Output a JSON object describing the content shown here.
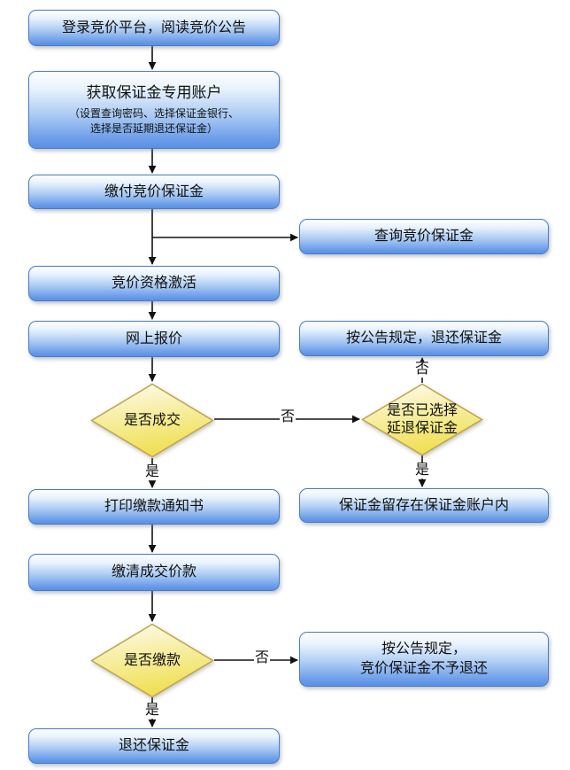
{
  "flowchart": {
    "nodes": {
      "login": {
        "label": "登录竞价平台，阅读竞价公告"
      },
      "account": {
        "label": "获取保证金专用账户",
        "sub1": "（设置查询密码、选择保证金银行、",
        "sub2": "选择是否延期退还保证金）"
      },
      "pay_deposit": {
        "label": "缴付竞价保证金"
      },
      "query_deposit": {
        "label": "查询竞价保证金"
      },
      "activate": {
        "label": "竞价资格激活"
      },
      "online_bid": {
        "label": "网上报价"
      },
      "refund_by_rule": {
        "label": "按公告规定，退还保证金"
      },
      "deal_decision": {
        "label": "是否成交"
      },
      "delay_decision": {
        "line1": "是否已选择",
        "line2": "延退保证金"
      },
      "print_notice": {
        "label": "打印缴款通知书"
      },
      "deposit_stay": {
        "label": "保证金留存在保证金账户内"
      },
      "pay_price": {
        "label": "缴清成交价款"
      },
      "payment_decision": {
        "label": "是否缴款"
      },
      "no_refund": {
        "line1": "按公告规定，",
        "line2": "竞价保证金不予退还"
      },
      "refund": {
        "label": "退还保证金"
      }
    },
    "edge_labels": {
      "yes": "是",
      "no": "否"
    },
    "colors": {
      "box_border": "#4a7cc0",
      "box_fill_top": "#fdfeff",
      "box_fill_bottom": "#5a90e5",
      "diamond_border": "#c2a24c",
      "diamond_fill_top": "#fdfcf4",
      "diamond_fill_bottom": "#f0e055",
      "arrow": "#111111",
      "background": "#ffffff"
    }
  }
}
